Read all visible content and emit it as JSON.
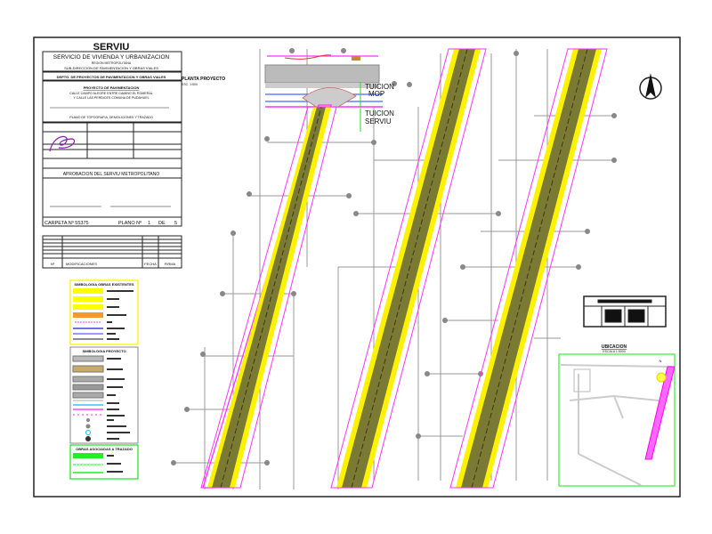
{
  "title_block": {
    "org": "SERVIU",
    "org_full": "SERVICIO DE VIVIENDA Y URBANIZACION",
    "region": "REGION METROPOLITANA",
    "subdirection": "SUB-DIRECCION DE PAVIMENTACION Y OBRAS VIALES",
    "department": "DEPTO. DE PROYECTOS DE PAVIMENTACION Y OBRAS VIALES",
    "project_heading": "PROYECTO DE PAVIMENTACION",
    "project_line1": "CALLE CAMPO ALEGRE ENTRE CAMINO EL ROMERAL",
    "project_line2": "Y CALLE LAS PERDICES COMUNA DE PUDAHUEL",
    "plan_title": "PLANO DE TOPOGRAFIA, DEMOLICIONES Y TRAZADO",
    "approval": "APROBACION DEL SERVIU METROPOLITANO",
    "folder": "CARPETA Nº 55375",
    "sheet_label": "PLANO Nº",
    "sheet_number": "1",
    "sheet_of": "DE",
    "sheet_total": "5"
  },
  "revisions_header": {
    "num": "Nº",
    "desc": "MODIFICACIONES",
    "date": "FECHA",
    "sign": "FIRMA"
  },
  "legend_existing": {
    "title": "SIMBOLOGIA OBRAS EXISTENTES"
  },
  "legend_project": {
    "title": "SIMBOLOGIA PROYECTO"
  },
  "legend_green": {
    "title": "OBRAS ASOCIADAS A TRAZADO"
  },
  "annotations": {
    "plan_label": "PLANTA PROYECTO",
    "plan_scale": "ESC. 1:500",
    "tuicion_mop_1": "TUICION",
    "tuicion_mop_2": "MOP",
    "tuicion_serviu_1": "TUICION",
    "tuicion_serviu_2": "SERVIU"
  },
  "location": {
    "title": "UBICACION",
    "scale": "ESCALA 1:5000",
    "north": "N"
  }
}
